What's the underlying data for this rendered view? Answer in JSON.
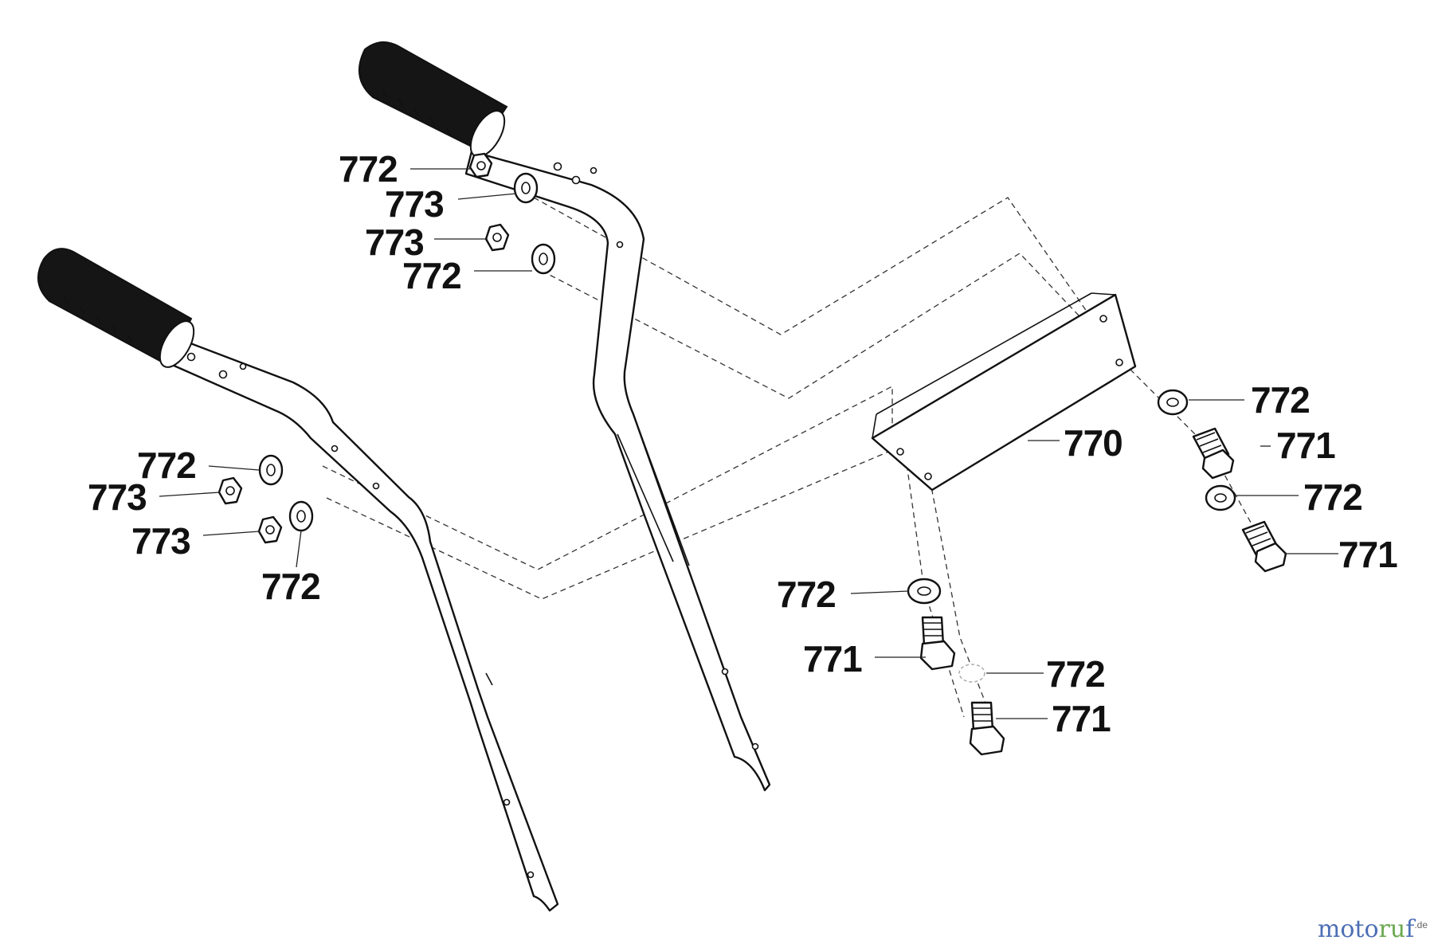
{
  "diagram": {
    "labels": [
      {
        "id": "l01",
        "text": "772",
        "part": "nut"
      },
      {
        "id": "l02",
        "text": "773",
        "part": "washer"
      },
      {
        "id": "l03",
        "text": "773",
        "part": "nut"
      },
      {
        "id": "l04",
        "text": "772",
        "part": "washer"
      },
      {
        "id": "l05",
        "text": "772",
        "part": "washer"
      },
      {
        "id": "l06",
        "text": "773",
        "part": "nut"
      },
      {
        "id": "l07",
        "text": "773",
        "part": "nut"
      },
      {
        "id": "l08",
        "text": "772",
        "part": "washer"
      },
      {
        "id": "l09",
        "text": "770",
        "part": "cross-brace"
      },
      {
        "id": "l10",
        "text": "772",
        "part": "washer"
      },
      {
        "id": "l11",
        "text": "771",
        "part": "bolt"
      },
      {
        "id": "l12",
        "text": "772",
        "part": "washer"
      },
      {
        "id": "l13",
        "text": "771",
        "part": "bolt"
      },
      {
        "id": "l14",
        "text": "772",
        "part": "washer"
      },
      {
        "id": "l15",
        "text": "771",
        "part": "bolt"
      },
      {
        "id": "l16",
        "text": "772",
        "part": "washer"
      },
      {
        "id": "l17",
        "text": "771",
        "part": "bolt"
      }
    ]
  },
  "watermark": {
    "part1": "moto",
    "part2": "ru",
    "part3": "f",
    "suffix": ".de"
  }
}
